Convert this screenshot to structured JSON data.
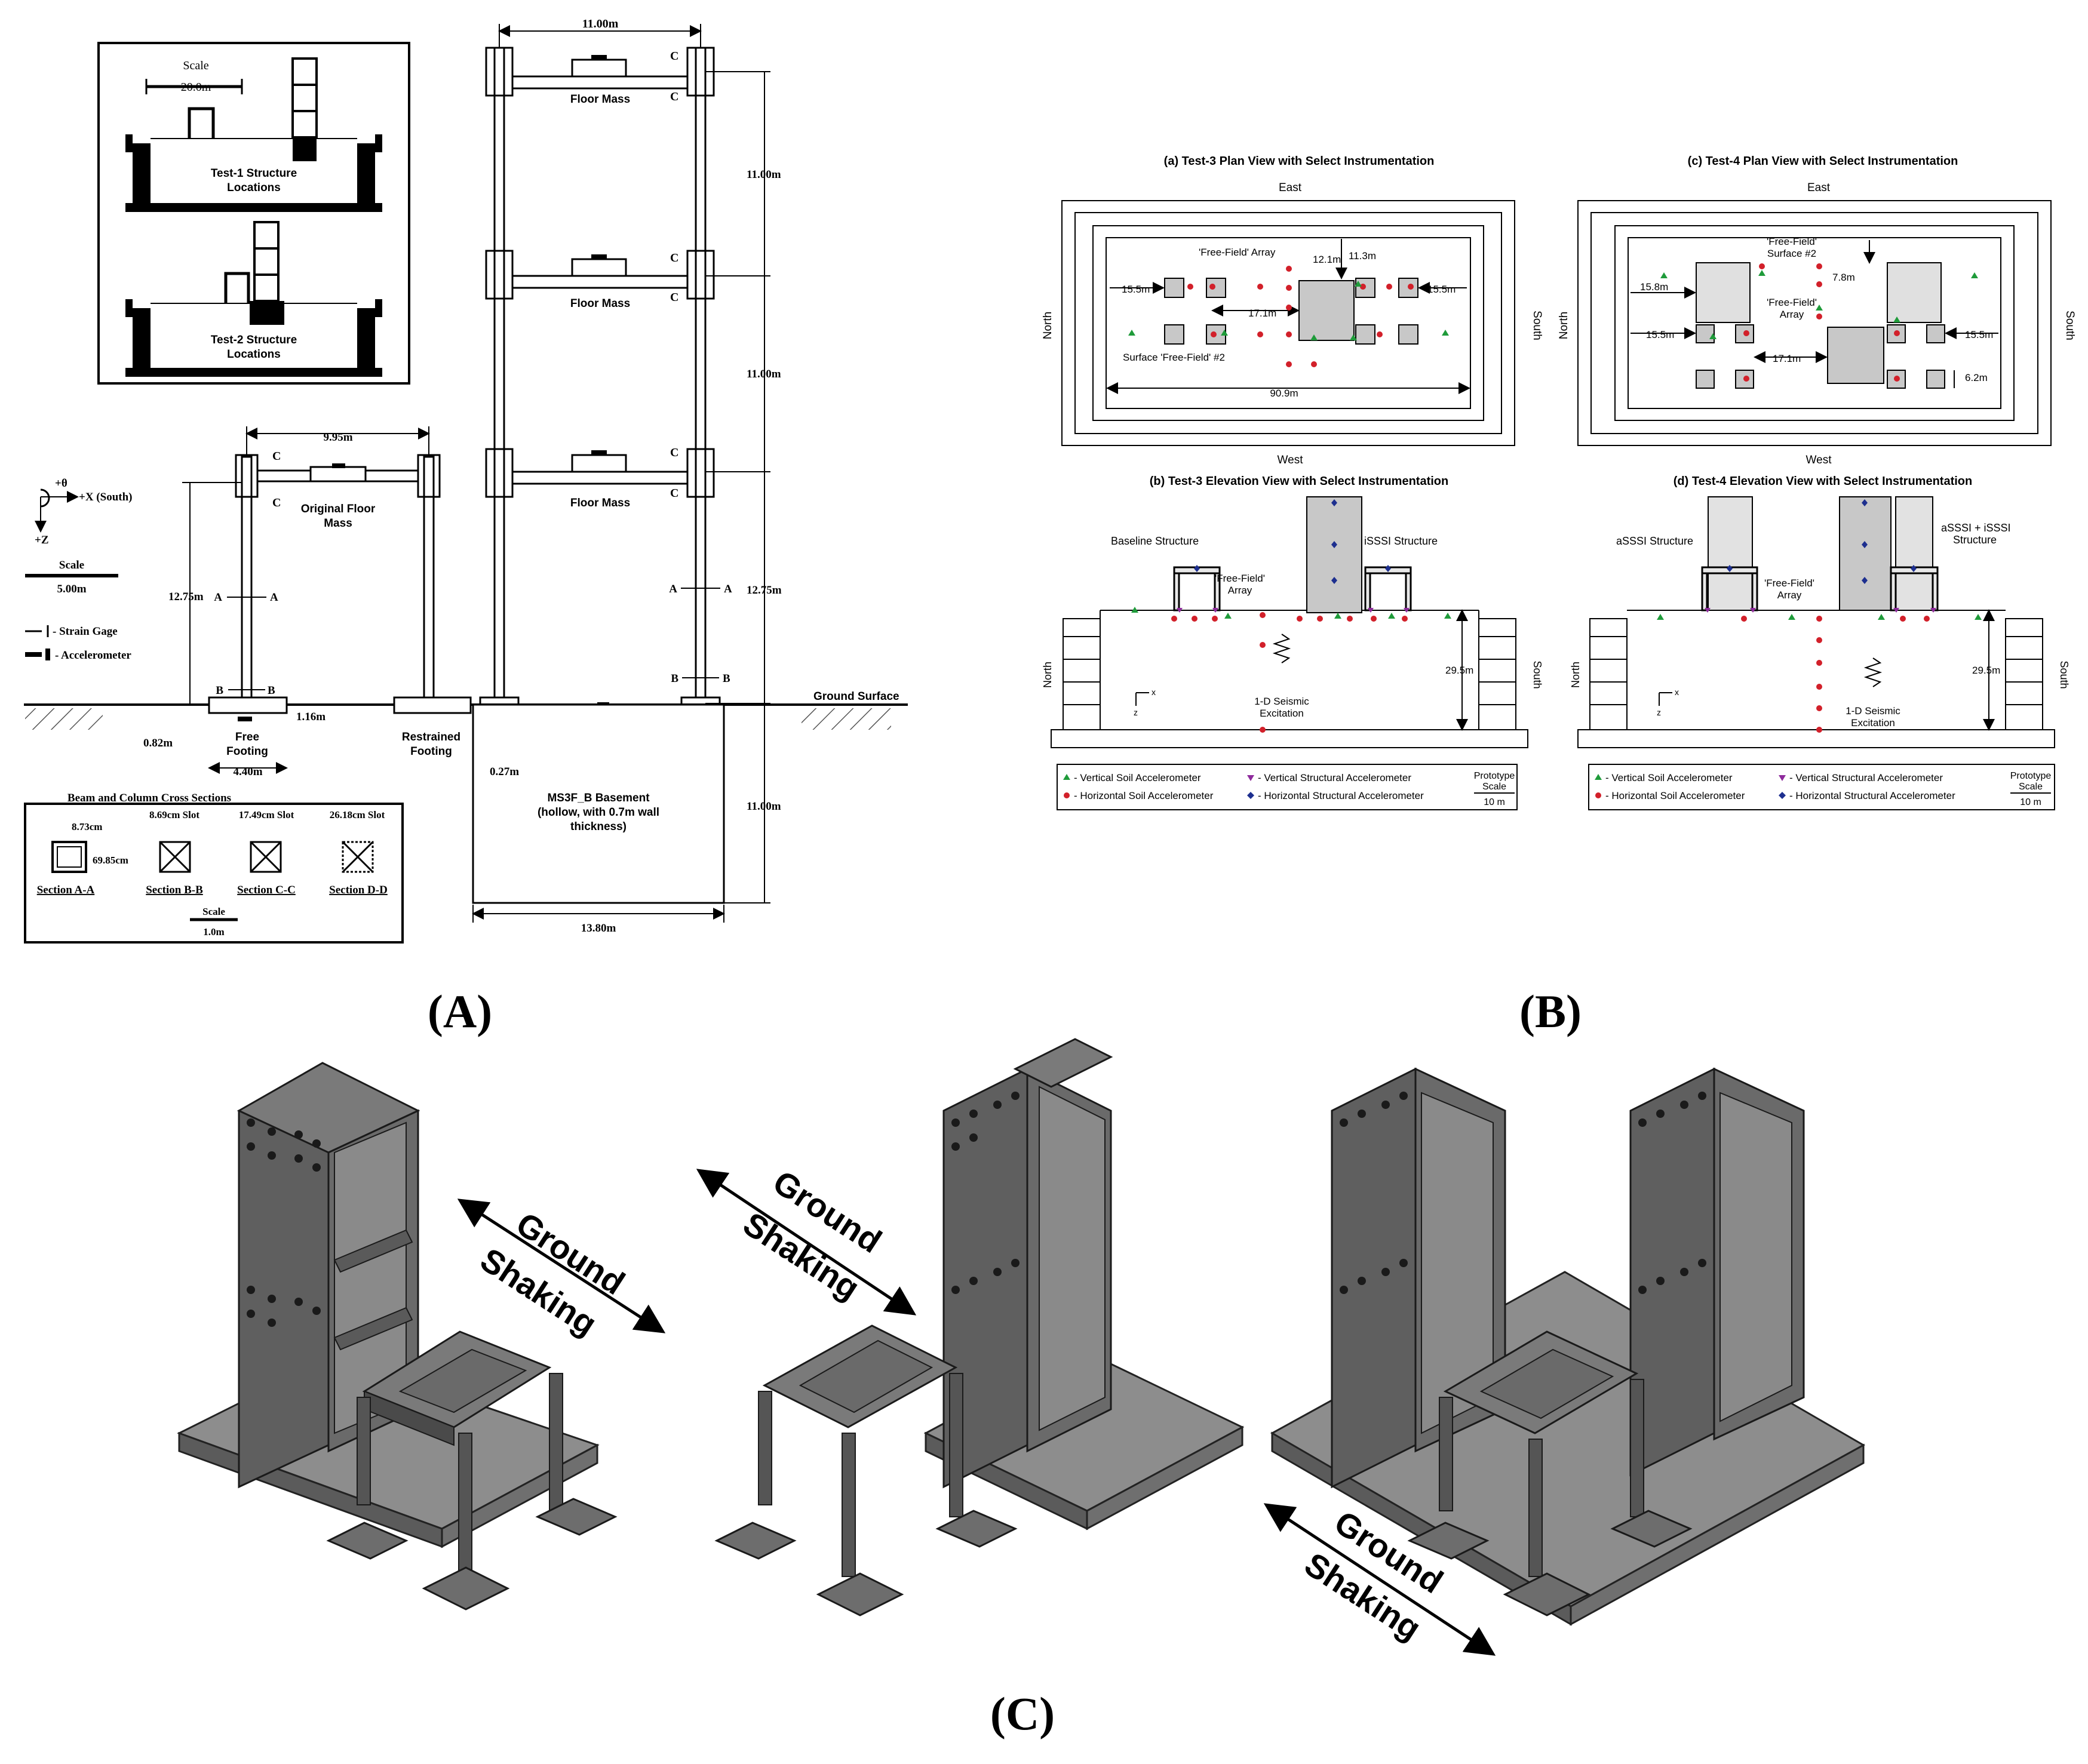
{
  "panel_labels": {
    "a": "(A)",
    "b": "(B)",
    "c": "(C)"
  },
  "panel_a": {
    "inset_scale_label": "Scale",
    "inset_scale_value": "20.0m",
    "test1_line1": "Test-1 Structure",
    "test1_line2": "Locations",
    "test2_line1": "Test-2 Structure",
    "test2_line2": "Locations",
    "dim_top_span": "11.00m",
    "dim_left_span": "9.95m",
    "floor_mass": "Floor Mass",
    "original_floor_mass_l1": "Original Floor",
    "original_floor_mass_l2": "Mass",
    "dim_story": "11.00m",
    "dim_story_bottom": "12.75m",
    "dim_left_height": "12.75m",
    "dim_basement": "11.00m",
    "ground_surface": "Ground Surface",
    "free_footing_l1": "Free",
    "free_footing_l2": "Footing",
    "restrained_footing_l1": "Restrained",
    "restrained_footing_l2": "Footing",
    "dim_footing_width": "4.40m",
    "dim_footing_depth": "1.16m",
    "dim_082": "0.82m",
    "dim_027": "0.27m",
    "dim_basement_width": "13.80m",
    "basement_l1": "MS3F_B Basement",
    "basement_l2": "(hollow, with 0.7m wall",
    "basement_l3": "thickness)",
    "section_marks": {
      "a": "A",
      "b": "B",
      "c": "C"
    },
    "axis_theta": "+θ",
    "axis_x": "+X (South)",
    "axis_z": "+Z",
    "legend_scale_label": "Scale",
    "legend_scale_value": "5.00m",
    "legend_strain": "- Strain Gage",
    "legend_accel": "- Accelerometer",
    "sections_title": "Beam and Column Cross Sections",
    "sec_dim_873": "8.73cm",
    "sec_dim_6985": "69.85cm",
    "sec_slot_869": "8.69cm Slot",
    "sec_slot_1749": "17.49cm Slot",
    "sec_slot_2618": "26.18cm Slot",
    "sec_aa": "Section A-A",
    "sec_bb": "Section B-B",
    "sec_cc": "Section C-C",
    "sec_dd": "Section D-D",
    "sec_scale_label": "Scale",
    "sec_scale_value": "1.0m"
  },
  "panel_b": {
    "title_a": "(a) Test-3 Plan View with Select Instrumentation",
    "title_b": "(b) Test-3 Elevation View with Select Instrumentation",
    "title_c": "(c) Test-4 Plan View with Select Instrumentation",
    "title_d": "(d) Test-4 Elevation View with Select Instrumentation",
    "east": "East",
    "west": "West",
    "north": "North",
    "south": "South",
    "ff_array": "'Free-Field' Array",
    "dim_121": "12.1m",
    "dim_113": "11.3m",
    "dim_155": "15.5m",
    "dim_171": "17.1m",
    "surface_ff2": "Surface 'Free-Field' #2",
    "dim_909": "90.9m",
    "ff_surface2_l1": "'Free-Field'",
    "ff_surface2_l2": "Surface #2",
    "ff_array_l1": "'Free-Field'",
    "ff_array_l2": "Array",
    "dim_78": "7.8m",
    "dim_158": "15.8m",
    "dim_62": "6.2m",
    "baseline_structure": "Baseline Structure",
    "issi_structure": "iSSSI Structure",
    "asssi_structure": "aSSSI Structure",
    "asssi_issi_l1": "aSSSI + iSSSI",
    "asssi_issi_l2": "Structure",
    "dim_295": "29.5m",
    "seismic_l1": "1-D Seismic",
    "seismic_l2": "Excitation",
    "axis_x": "x",
    "axis_z": "z",
    "legend_vsoil": "- Vertical Soil Accelerometer",
    "legend_hsoil": "- Horizontal Soil Accelerometer",
    "legend_vstruct": "- Vertical Structural Accelerometer",
    "legend_hstruct": "- Horizontal Structural Accelerometer",
    "legend_proto_l1": "Prototype",
    "legend_proto_l2": "Scale",
    "legend_proto_val": "10 m",
    "colors": {
      "green": "#1f9b3a",
      "red": "#d2202a",
      "purple": "#8e2a9c",
      "blue": "#1d2f8f"
    }
  },
  "panel_c": {
    "shaking_l1": "Ground",
    "shaking_l2": "Shaking"
  }
}
